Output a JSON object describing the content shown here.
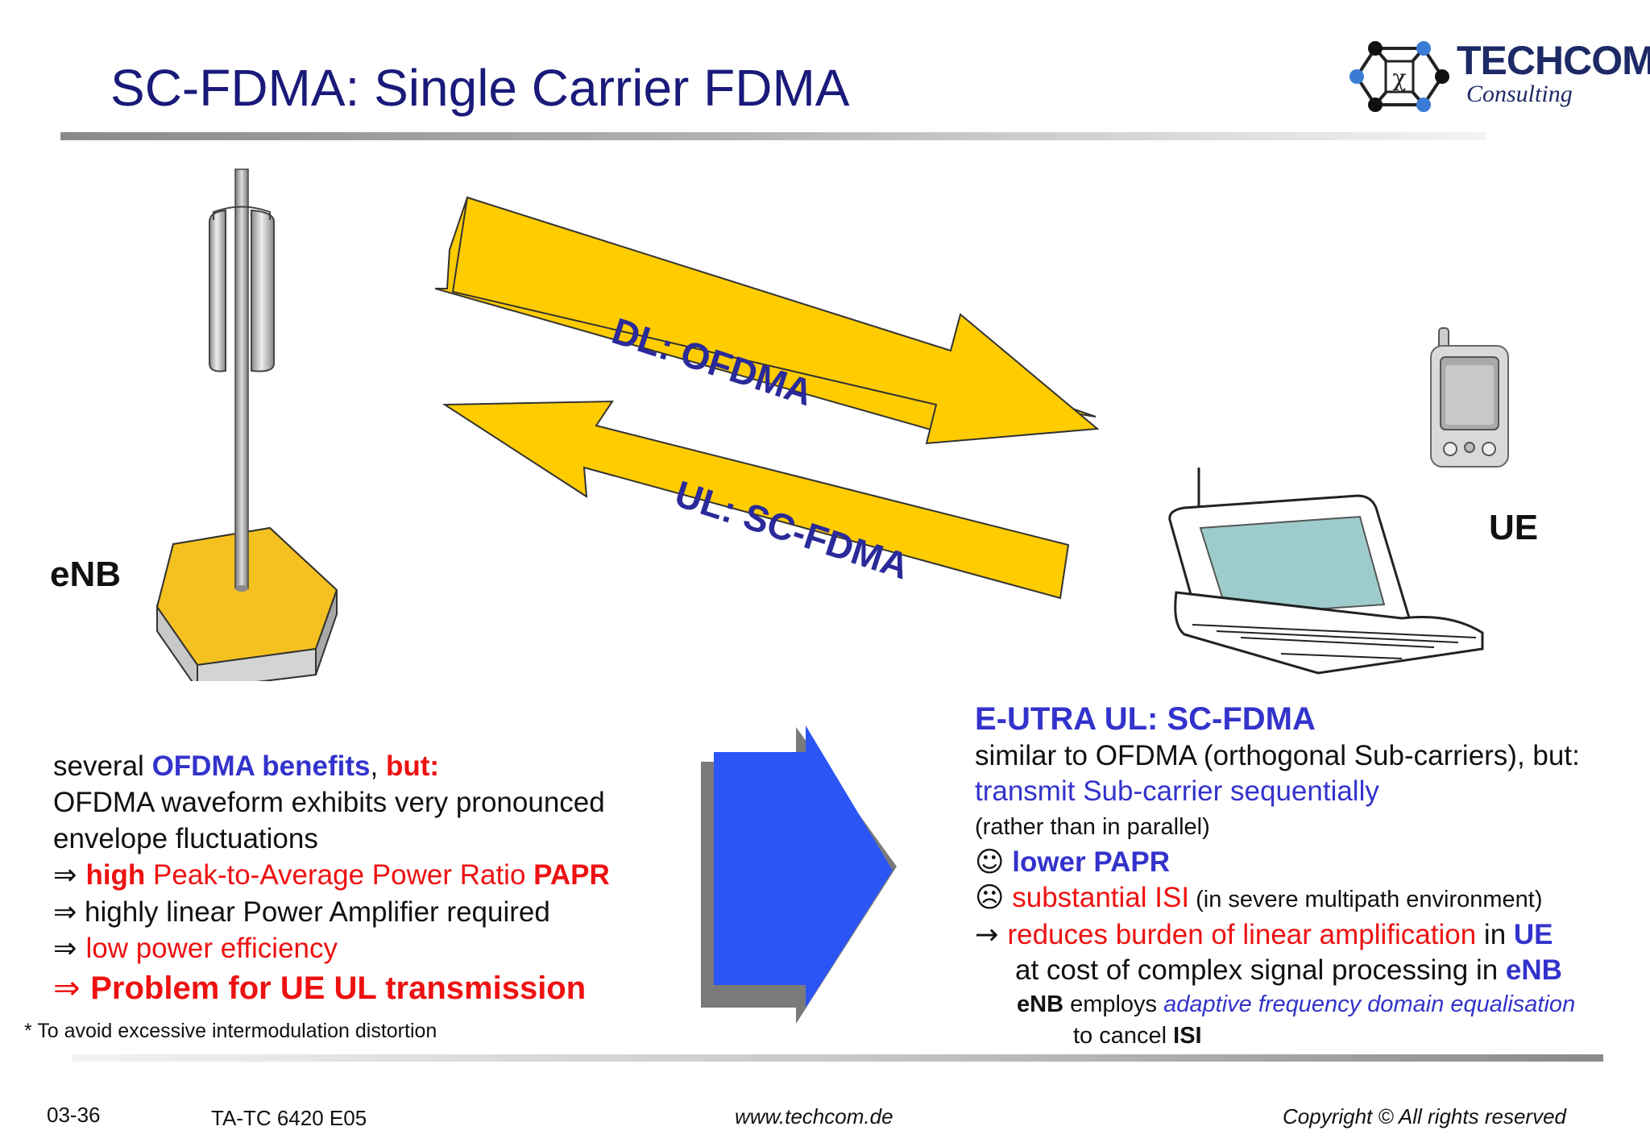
{
  "title": "SC-FDMA: Single Carrier FDMA",
  "logo": {
    "brand": "TECHCOM",
    "reg": "®",
    "sub": "Consulting"
  },
  "diagram": {
    "dl_label": "DL: OFDMA",
    "ul_label": "UL: SC-FDMA",
    "enb_label": "eNB",
    "ue_label": "UE"
  },
  "left": {
    "l1_a": "several ",
    "l1_b": "OFDMA benefits",
    "l1_c": ", ",
    "l1_d": "but:",
    "l2": "OFDMA waveform exhibits very pronounced",
    "l3": "envelope fluctuations",
    "l4_arrow": "⇒ ",
    "l4_a": "high",
    "l4_b": " Peak-to-Average Power Ratio ",
    "l4_c": "PAPR",
    "l5": "⇒ highly linear Power Amplifier required",
    "l6_arrow": "⇒ ",
    "l6_a": "low power efficiency",
    "l7_arrow": "⇒ ",
    "l7_a": "Problem for UE UL transmission",
    "footnote": "* To avoid excessive intermodulation distortion"
  },
  "right": {
    "heading": "E-UTRA UL: SC-FDMA",
    "r2": "similar to OFDMA (orthogonal Sub-carriers), but:",
    "r3": "transmit Sub-carrier sequentially",
    "r4": "(rather than in parallel)",
    "r5_icon": "☺",
    "r5_text": " lower PAPR",
    "r6_icon": "☹",
    "r6_a": " substantial ISI",
    "r6_b": " (in severe multipath environment)",
    "r7_arrow": "→ ",
    "r7_a": "reduces burden of linear amplification",
    "r7_b": " in ",
    "r7_c": "UE",
    "r8_a": "at cost of complex signal processing in ",
    "r8_b": "eNB",
    "r9_a": "eNB",
    "r9_b": " employs ",
    "r9_c": "adaptive frequency domain equalisation",
    "r10_a": "to cancel ",
    "r10_b": "ISI"
  },
  "footer": {
    "page": "03-36",
    "code": "TA-TC 6420 E05",
    "url": "www.techcom.de",
    "copyright": "Copyright ©  All rights reserved"
  },
  "colors": {
    "title": "#1a1a7a",
    "arrow_yellow": "#ffcc00",
    "arrow_blue": "#2b55f5",
    "accent_blue": "#3333cc",
    "accent_red": "#ee1111"
  }
}
